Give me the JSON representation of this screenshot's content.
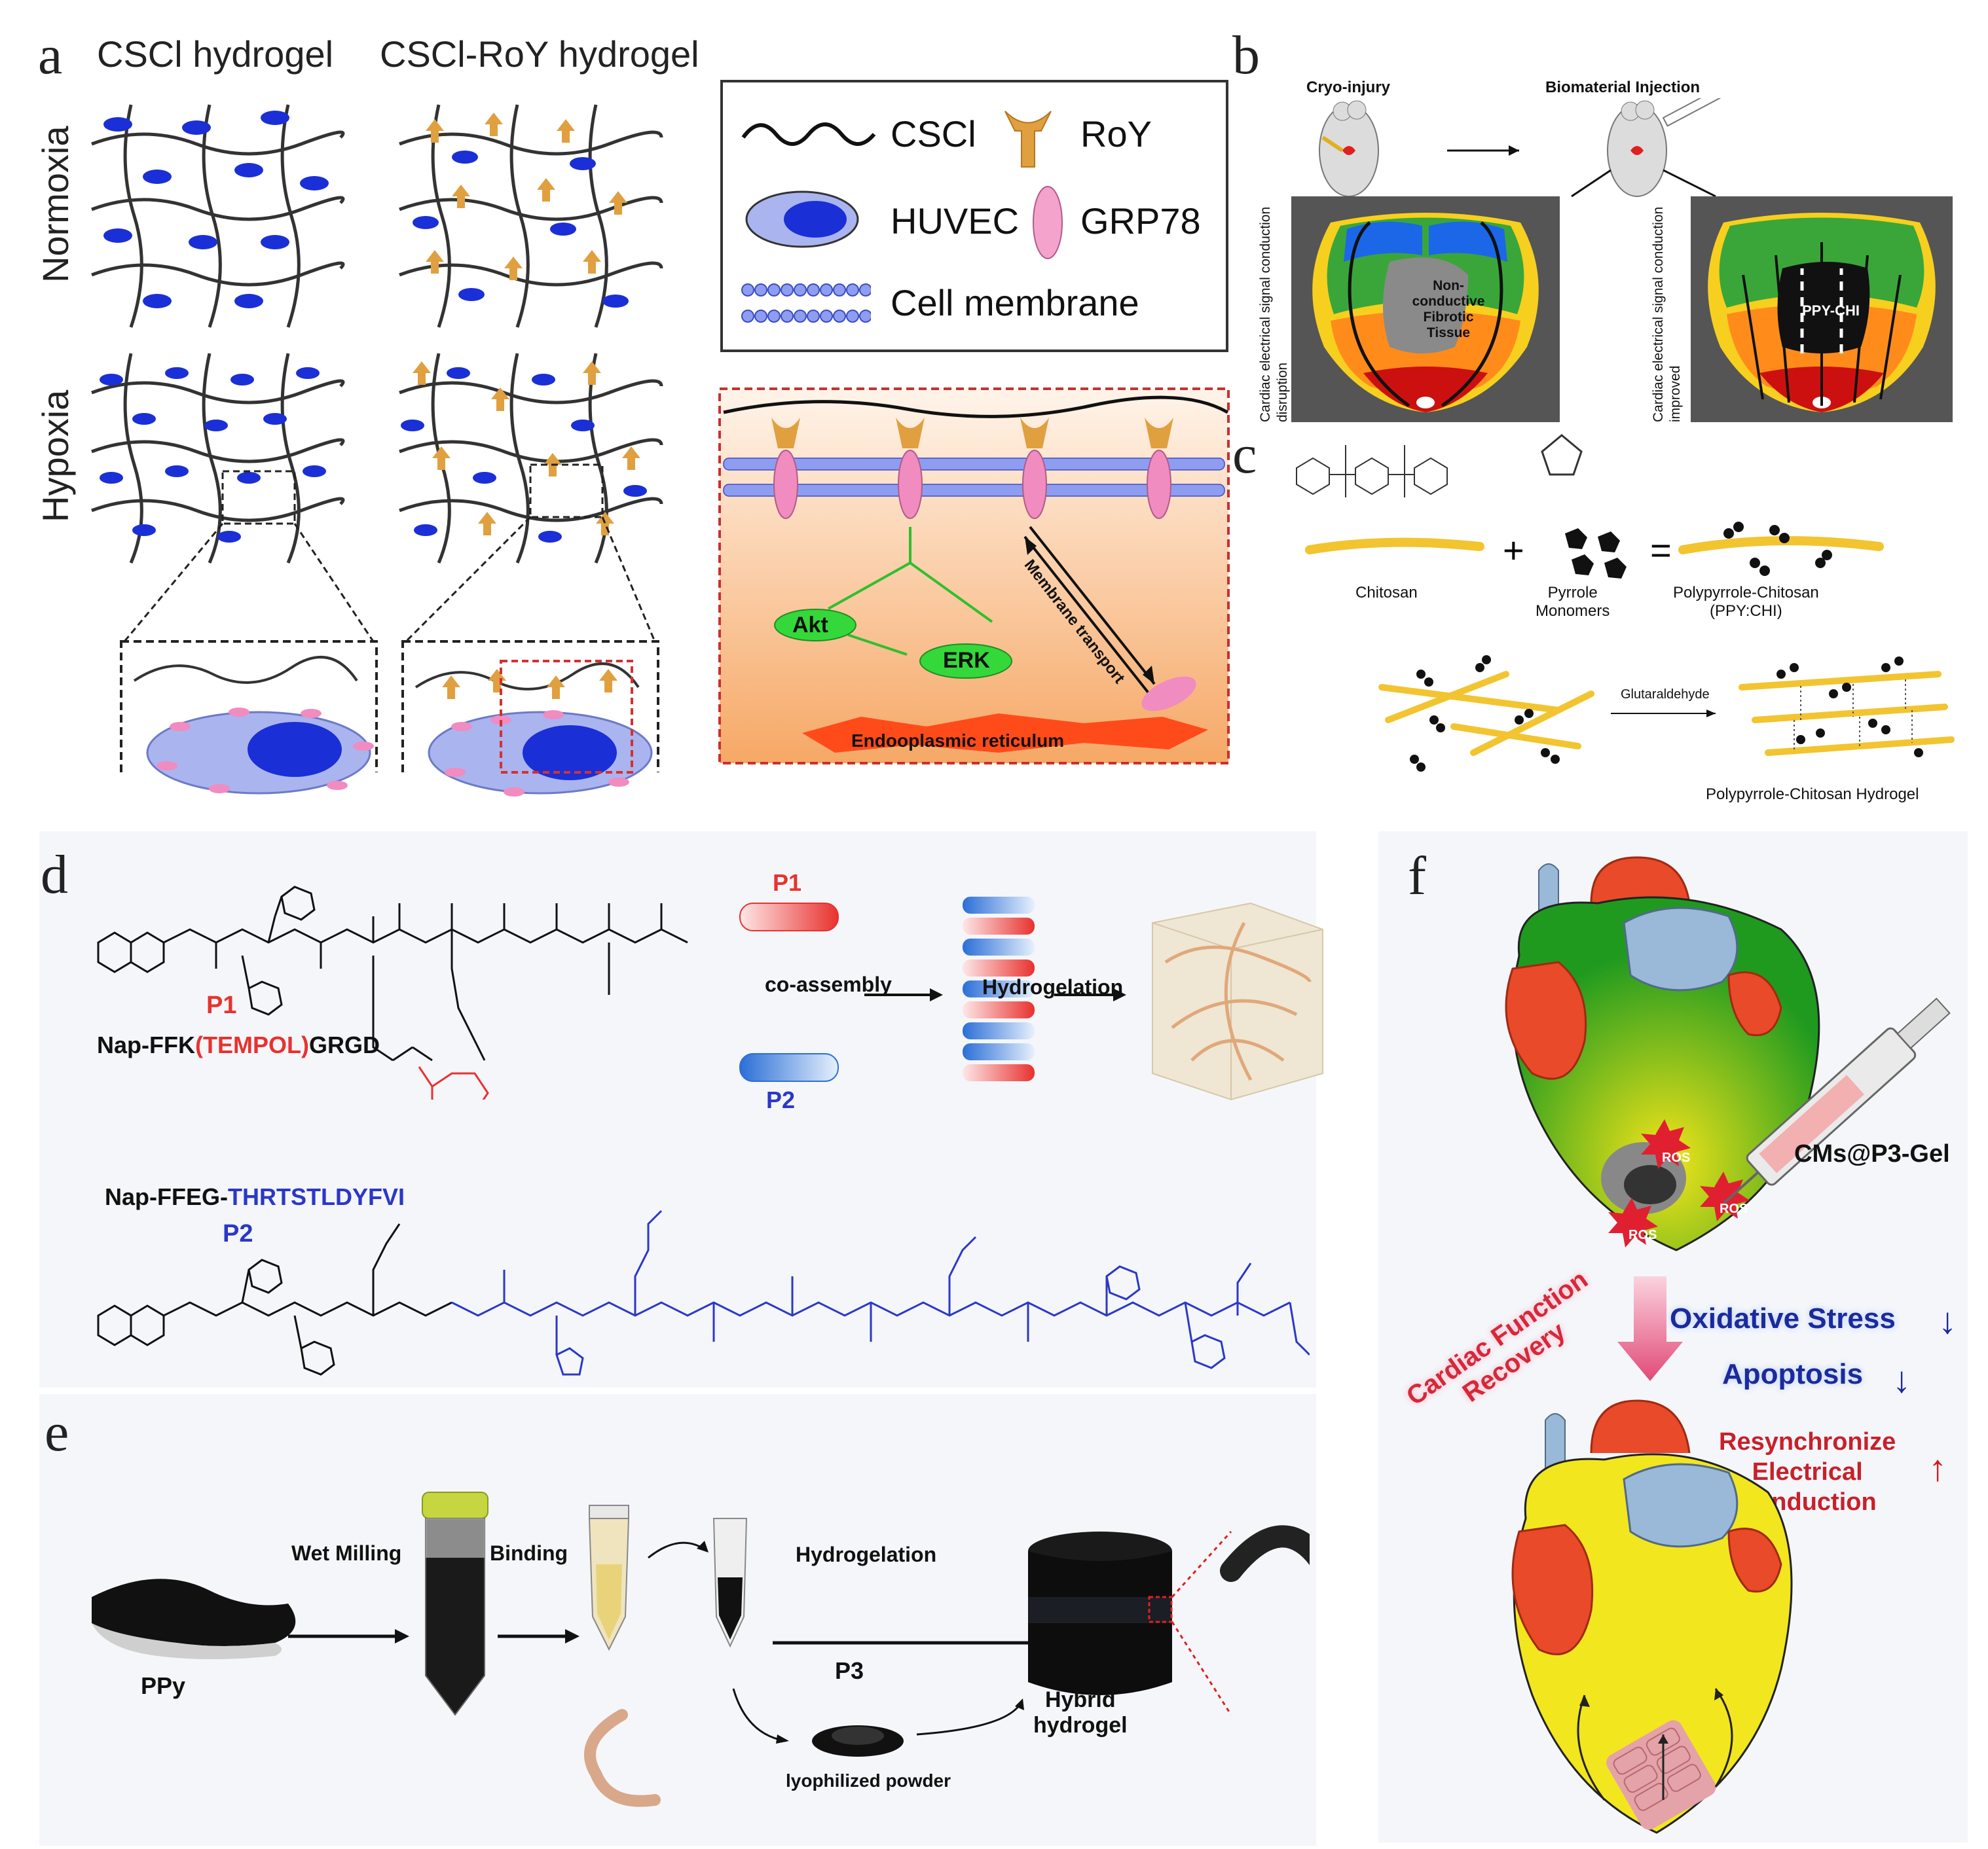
{
  "panel_a": {
    "letter": "a",
    "col1": "CSCl hydrogel",
    "col2": "CSCl-RoY hydrogel",
    "row1": "Normoxia",
    "row2": "Hypoxia",
    "legend": {
      "cscl": "CSCl",
      "roy": "RoY",
      "huvec": "HUVEC",
      "grp78": "GRP78",
      "membrane": "Cell membrane"
    },
    "akt": "Akt",
    "erk": "ERK",
    "transport": "Membrane transport",
    "er": "Endooplasmic reticulum"
  },
  "panel_b": {
    "letter": "b",
    "cryo": "Cryo-injury",
    "injection": "Biomaterial Injection",
    "left_side": "Cardiac electrical signal conduction disruption",
    "right_side": "Cardiac electrical signal conduction improved",
    "fibrotic": [
      "Non-",
      "conductive",
      "Fibrotic",
      "Tissue"
    ],
    "ppy": "PPY-CHI"
  },
  "panel_c": {
    "letter": "c",
    "chitosan": "Chitosan",
    "pyrrole": [
      "Pyrrole",
      "Monomers"
    ],
    "ppy_chi": [
      "Polypyrrole-Chitosan",
      "(PPY:CHI)"
    ],
    "glutar": "Glutaraldehyde",
    "hydrogel": "Polypyrrole-Chitosan Hydrogel"
  },
  "panel_d": {
    "letter": "d",
    "p1": "P1",
    "p2": "P2",
    "p1_name_a": "Nap-FFK",
    "p1_name_b": "(TEMPOL)",
    "p1_name_c": "GRGD",
    "p2_name_a": "Nap-FFEG-",
    "p2_name_b": "THRTSTLDYFVI",
    "coassembly": "co-assembly",
    "hydrogelation": "Hydrogelation"
  },
  "panel_e": {
    "letter": "e",
    "ppy": "PPy",
    "wet_milling": "Wet Milling",
    "binding": "Binding",
    "hydrogelation": "Hydrogelation",
    "p3": "P3",
    "powder": "lyophilized powder",
    "hybrid": [
      "Hybrid",
      "hydrogel"
    ]
  },
  "panel_f": {
    "letter": "f",
    "cms": "CMs@P3-Gel",
    "ros": "ROS",
    "recovery": [
      "Cardiac Function",
      "Recovery"
    ],
    "oxidative": "Oxidative Stress",
    "apoptosis": "Apoptosis",
    "resync": [
      "Resynchronize",
      "Electrical",
      "Conduction"
    ]
  },
  "colors": {
    "p1_red": "#e8322f",
    "p2_blue": "#2b37c9",
    "huvec_blue": "#1a2fd6",
    "grp78_pink": "#f08cc0",
    "roy_orange": "#e0a040",
    "akt_green": "#35d83a"
  }
}
